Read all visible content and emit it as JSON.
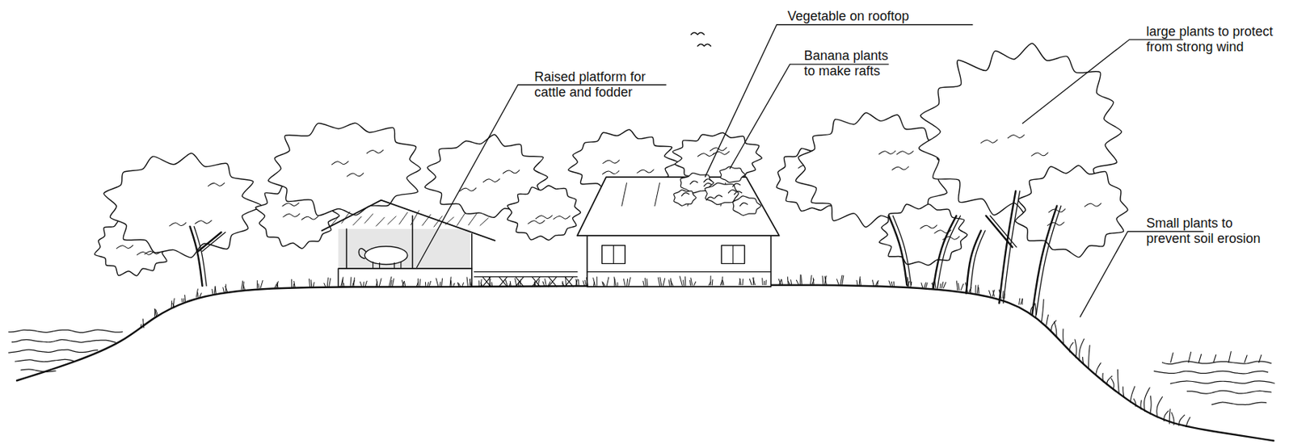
{
  "diagram": {
    "labels": [
      "Raised platform for cattle and fodder",
      "Vegetable on rooftop",
      "Banana plants to make rafts",
      "large plants to protect from strong wind",
      "Small plants to prevent soil erosion"
    ]
  }
}
